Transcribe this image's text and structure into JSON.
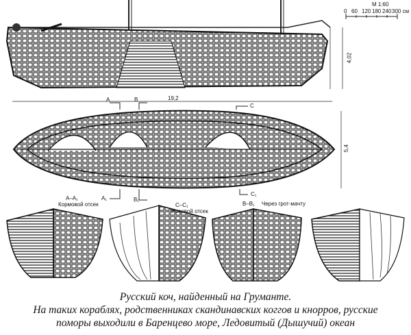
{
  "scale": {
    "title": "M 1:60",
    "ticks": [
      "0",
      "60",
      "120",
      "180",
      "240",
      "300 см"
    ]
  },
  "dimensions": {
    "length": "19,2",
    "height": "4,02",
    "beam": "5,4"
  },
  "section_marks": {
    "a": "A",
    "b": "B",
    "c": "C",
    "a1": "A₁",
    "b1": "B₁",
    "c1": "C₁"
  },
  "sections": [
    {
      "id": "A–A₁",
      "name": "Кормовой отсек"
    },
    {
      "id": "C–C₁",
      "name": "Носовой отсек"
    },
    {
      "id": "B–B₁",
      "name": "Через грот-мачту"
    }
  ],
  "caption": {
    "line1": "Русский коч, найденный на Груманте.",
    "line2": "На таких кораблях, родственниках скандинавских коггов и кнорров, русские",
    "line3": "поморы выходили в Баренцево море, Ледовитый (Дышучий) океан"
  }
}
